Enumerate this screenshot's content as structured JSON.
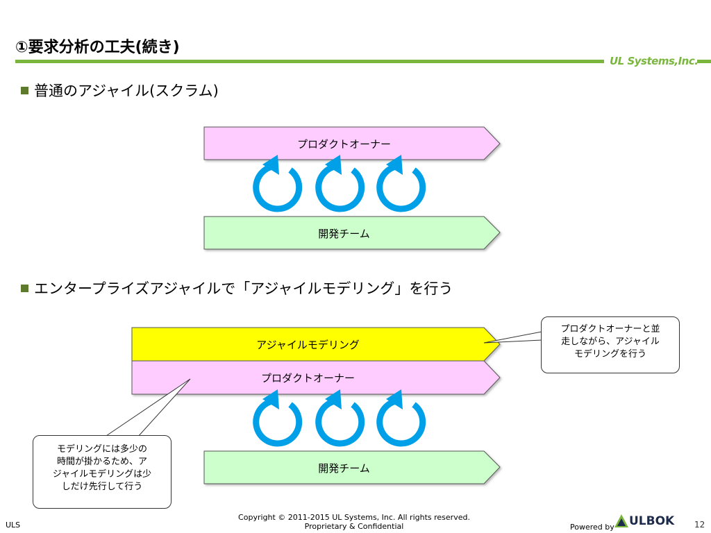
{
  "header": {
    "title": "①要求分析の工夫(続き)",
    "brand": "UL Systems,Inc."
  },
  "section1": {
    "heading": "普通のアジャイル(スクラム)",
    "product_owner": "プロダクトオーナー",
    "dev_team": "開発チーム"
  },
  "section2": {
    "heading": "エンタープライズアジャイルで「アジャイルモデリング」を行う",
    "agile_modeling": "アジャイルモデリング",
    "product_owner": "プロダクトオーナー",
    "dev_team": "開発チーム",
    "callout_right": "プロダクトオーナーと並\n走しながら、アジャイル\nモデリングを行う",
    "callout_left": "モデリングには多少の\n時間が掛かるため、ア\nジャイルモデリングは少\nしだけ先行して行う"
  },
  "footer": {
    "left": "ULS",
    "copyright": "Copyright © 2011-2015 UL Systems, Inc.  All rights reserved.",
    "confidential": "Proprietary & Confidential",
    "powered_by": "Powered by",
    "logo": "ULBOK",
    "page": "12"
  },
  "colors": {
    "accent_green": "#7ab63e",
    "product_owner_fill": "#ffccff",
    "dev_team_fill": "#ccffcc",
    "modeling_fill": "#ffff00",
    "cycle_arrow": "#00a0e9"
  },
  "icons": [
    "cycle-arrow-icon",
    "bullet-square-icon"
  ]
}
